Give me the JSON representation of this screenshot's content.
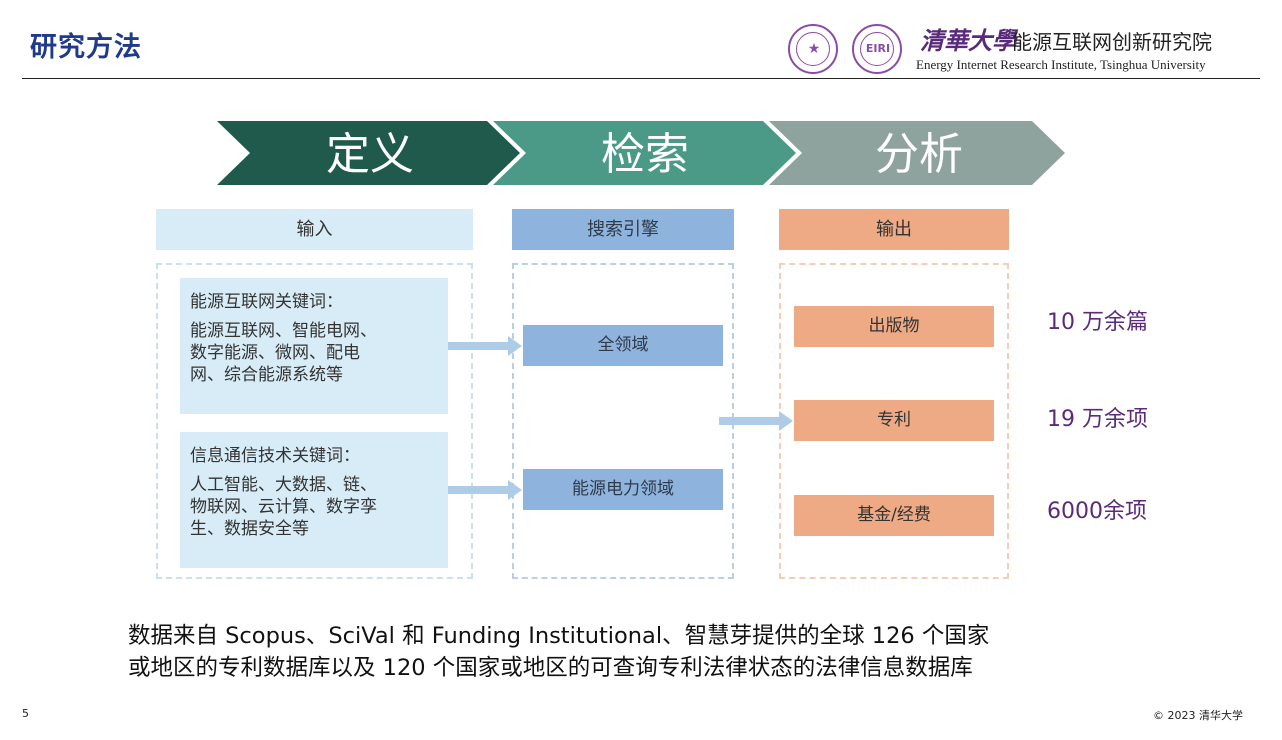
{
  "header": {
    "title": "研究方法",
    "institute_logo_text": "清華大學",
    "institute_cn": "能源互联网创新研究院",
    "institute_en": "Energy Internet Research Institute, Tsinghua University",
    "seal_b_text": "EIRI"
  },
  "stages": [
    "定义",
    "检索",
    "分析"
  ],
  "columns": {
    "input": "输入",
    "engine": "搜索引擎",
    "output": "输出"
  },
  "keywords": [
    {
      "title": "能源互联网关键词：",
      "lines": [
        "能源互联网、智能电网、",
        "数字能源、微网、配电",
        "网、综合能源系统等"
      ]
    },
    {
      "title": "信息通信技术关键词：",
      "lines": [
        "人工智能、大数据、链、",
        "物联网、云计算、数字孪",
        "生、数据安全等"
      ]
    }
  ],
  "engines": [
    "全领域",
    "能源电力领域"
  ],
  "outputs": [
    {
      "label": "出版物",
      "count": "10 万余篇"
    },
    {
      "label": "专利",
      "count": "19 万余项"
    },
    {
      "label": "基金/经费",
      "count": "6000余项"
    }
  ],
  "source_note": {
    "line1": "数据来自 Scopus、SciVal 和 Funding Institutional、智慧芽提供的全球 126 个国家",
    "line2": "或地区的专利数据库以及 120 个国家或地区的可查询专利法律状态的法律信息数据库"
  },
  "footer": {
    "page_number": "5",
    "copyright": "© 2023 清华大学"
  },
  "colors": {
    "stage_define": "#1f5a4c",
    "stage_retrieve": "#4b9a88",
    "stage_analyze": "#8fa39e",
    "input_fill": "#d8ecf7",
    "engine_fill": "#8eb3dc",
    "output_fill": "#eeaa84",
    "count_text": "#5b2a7a",
    "title_text": "#1f3a8a"
  }
}
